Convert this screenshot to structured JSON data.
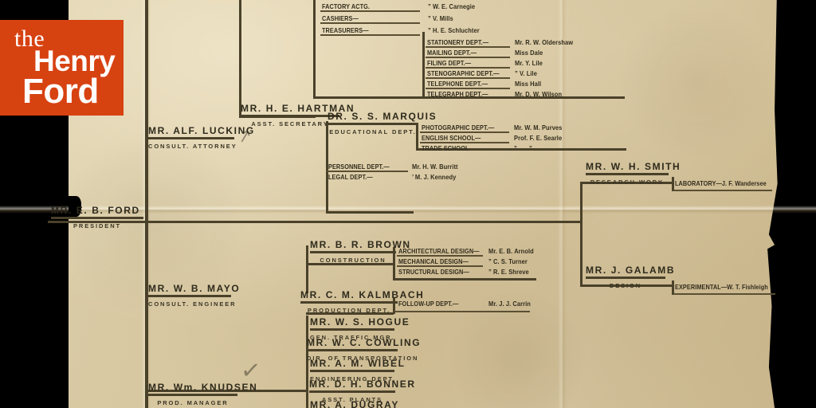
{
  "logo": {
    "line1": "the",
    "line2": "Henry",
    "line3": "Ford",
    "brand_color": "#d74211"
  },
  "document": {
    "type": "Ford Motor Company organization chart",
    "paper_color": "#d5c49c",
    "ink_color": "#322d1d"
  },
  "president": {
    "name": "MR. E. B. FORD",
    "title": "PRESIDENT"
  },
  "executives": [
    {
      "name": "MR. ALF. LUCKING",
      "title": "CONSULT. ATTORNEY"
    },
    {
      "name": "MR. H. E. HARTMAN",
      "title": "ASST. SECRETARY"
    },
    {
      "name": "DR. S. S. MARQUIS",
      "title": "EDUCATIONAL DEPT."
    },
    {
      "name": "MR. W. H. SMITH",
      "title": "RESEARCH WORK"
    },
    {
      "name": "MR. W. B. MAYO",
      "title": "CONSULT. ENGINEER"
    },
    {
      "name": "MR. B. R. BROWN",
      "title": "CONSTRUCTION"
    },
    {
      "name": "MR. C. M. KALMBACH",
      "title": "PRODUCTION DEPT."
    },
    {
      "name": "MR. J. GALAMB",
      "title": "DESIGN"
    },
    {
      "name": "MR. W. S. HOGUE",
      "title": "GEN. TRAFFIC MGR."
    },
    {
      "name": "MR. W. C. COWLING",
      "title": "DIR. OF TRANSPORTATION"
    },
    {
      "name": "MR. A. M. WIBEL",
      "title": "ENGINEERING DEPT."
    },
    {
      "name": "MR. D. H. BONNER",
      "title": "ASST. PLANTS"
    },
    {
      "name": "MR. A. DUGRAY",
      "title": ""
    },
    {
      "name": "MR. Wm. KNUDSEN",
      "title": "PROD. MANAGER"
    }
  ],
  "accounting_group": [
    {
      "dept": "FACTORY ACTG.",
      "person": "” W. E. Carnegie"
    },
    {
      "dept": "CASHIERS—",
      "person": "” V. Mills"
    },
    {
      "dept": "TREASURERS—",
      "person": "” H. E. Schluchter"
    }
  ],
  "office_group": [
    {
      "dept": "STATIONERY DEPT.—",
      "person": "Mr. R. W. Oldershaw"
    },
    {
      "dept": "MAILING DEPT.—",
      "person": "Miss Dale"
    },
    {
      "dept": "FILING DEPT.—",
      "person": "Mr. Y. Lile"
    },
    {
      "dept": "STENOGRAPHIC DEPT.—",
      "person": "” V. Lile"
    },
    {
      "dept": "TELEPHONE DEPT.—",
      "person": "Miss Hall"
    },
    {
      "dept": "TELEGRAPH DEPT.—",
      "person": "Mr. D. W. Wilson"
    }
  ],
  "educational_group": [
    {
      "dept": "PHOTOGRAPHIC DEPT.—",
      "person": "Mr. W. M. Purves"
    },
    {
      "dept": "ENGLISH SCHOOL—",
      "person": "Prof. F. E. Searle"
    },
    {
      "dept": "TRADE SCHOOL",
      "person": "”  ”"
    }
  ],
  "secretary_group": [
    {
      "dept": "PERSONNEL DEPT.—",
      "person": "Mr. H. W. Burritt"
    },
    {
      "dept": "LEGAL DEPT.—",
      "person": "’ M. J. Kennedy"
    }
  ],
  "research_group": [
    {
      "dept": "LABORATORY—J. F. Wandersee",
      "person": ""
    }
  ],
  "construction_group": [
    {
      "dept": "ARCHITECTURAL DESIGN—",
      "person": "Mr. E. B. Arnold"
    },
    {
      "dept": "MECHANICAL DESIGN—",
      "person": "” C. S. Turner"
    },
    {
      "dept": "STRUCTURAL DESIGN—",
      "person": "” R. E. Shreve"
    }
  ],
  "production_group": [
    {
      "dept": "FOLLOW-UP DEPT.—",
      "person": "Mr. J. J. Carrin"
    }
  ],
  "design_group": [
    {
      "dept": "EXPERIMENTAL—W. T. Fishleigh",
      "person": ""
    }
  ]
}
